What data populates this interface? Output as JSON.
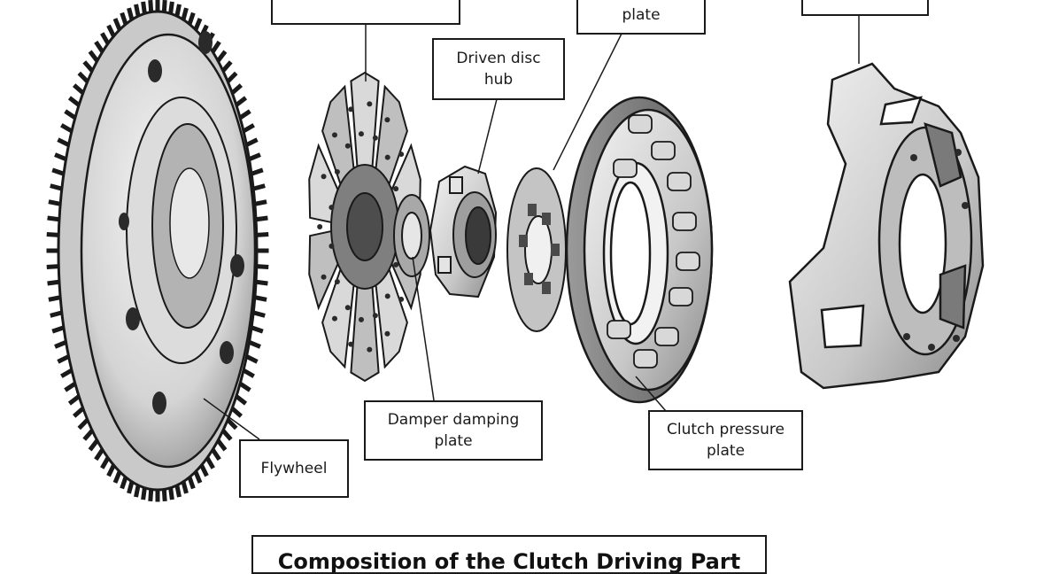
{
  "labels": {
    "flywheel": "Flywheel",
    "damper_plate": "Damper damping\nplate",
    "driven_disc_hub": "Driven disc\nhub",
    "plate": "plate",
    "clutch_pressure_plate": "Clutch pressure\nplate"
  },
  "title": "Composition of the Clutch Driving Part",
  "colors": {
    "line": "#1a1a1a",
    "metal_light": "#e4e4e4",
    "metal_mid": "#b9b9b9",
    "metal_dark": "#7a7a7a"
  }
}
